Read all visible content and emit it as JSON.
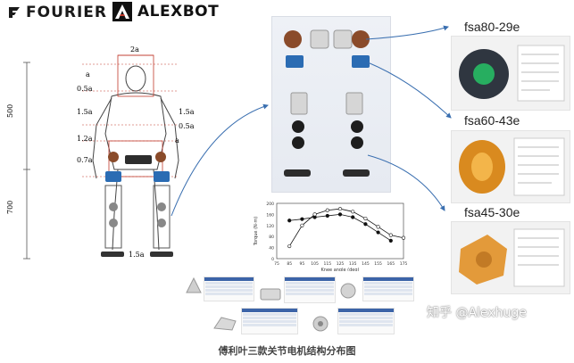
{
  "header": {
    "brand_left": "FOURIER",
    "brand_right": "ALEXBOT"
  },
  "body_diagram": {
    "dimension_labels": [
      "2a",
      "a",
      "0.5a",
      "1.5a",
      "1.2a",
      "0.7a",
      "1.5a",
      "0.5a",
      "a",
      "1.5a"
    ],
    "vertical_labels": [
      "500",
      "700"
    ]
  },
  "motors": [
    {
      "label": "fsa80-29e",
      "body_color": "#2f3640",
      "accent_color": "#27ae60"
    },
    {
      "label": "fsa60-43e",
      "body_color": "#d98a1f",
      "accent_color": "#f3b54a"
    },
    {
      "label": "fsa45-30e",
      "body_color": "#e39a3a",
      "accent_color": "#c27a25"
    }
  ],
  "chart_data": {
    "type": "line",
    "xlabel": "Knee angle (deg)",
    "ylabel": "Torque (N·m)",
    "x": [
      75,
      85,
      95,
      105,
      115,
      125,
      135,
      145,
      155,
      165,
      175
    ],
    "xlim": [
      75,
      175
    ],
    "ylim": [
      0,
      200
    ],
    "yticks": [
      0,
      40,
      80,
      120,
      160,
      200
    ],
    "series": [
      {
        "values": [
          null,
          138,
          143,
          150,
          155,
          160,
          150,
          125,
          95,
          65,
          null
        ],
        "marker": "filled"
      },
      {
        "values": [
          null,
          45,
          120,
          160,
          175,
          180,
          170,
          145,
          115,
          85,
          75
        ],
        "marker": "hollow"
      }
    ],
    "grid": false,
    "legend": "none"
  },
  "caption": "傅利叶三款关节电机结构分布图",
  "watermark": "知乎 @Alexhuge",
  "colors": {
    "arrow": "#3a6fb0",
    "dimension": "#c0392b",
    "table_header": "#3c64a8"
  }
}
